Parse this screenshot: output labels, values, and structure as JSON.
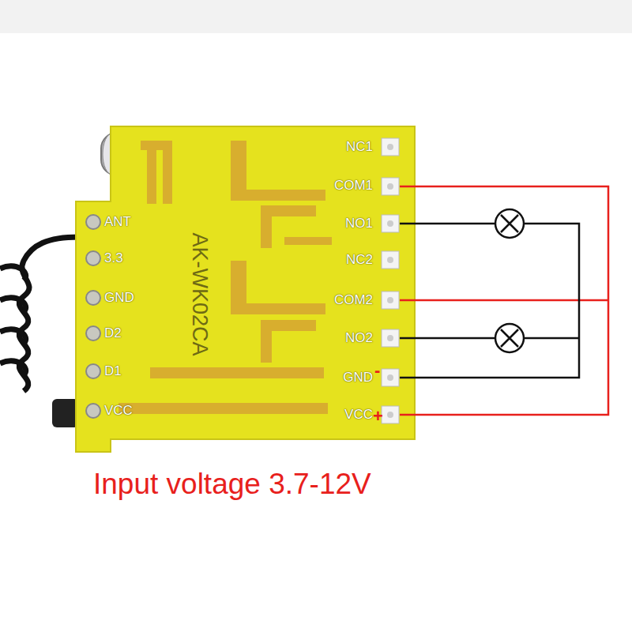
{
  "diagram": {
    "caption": "Input voltage 3.7-12V",
    "nodes": [
      {
        "text": [
          "AK-WK02CA"
        ]
      }
    ],
    "labels": [
      "NC1",
      "COM1",
      "NO1",
      "NC2",
      "COM2",
      "NO2",
      "GND",
      "VCC",
      "ANT",
      "3.3",
      "GND",
      "D2",
      "D1",
      "VCC",
      "-",
      "+"
    ]
  }
}
